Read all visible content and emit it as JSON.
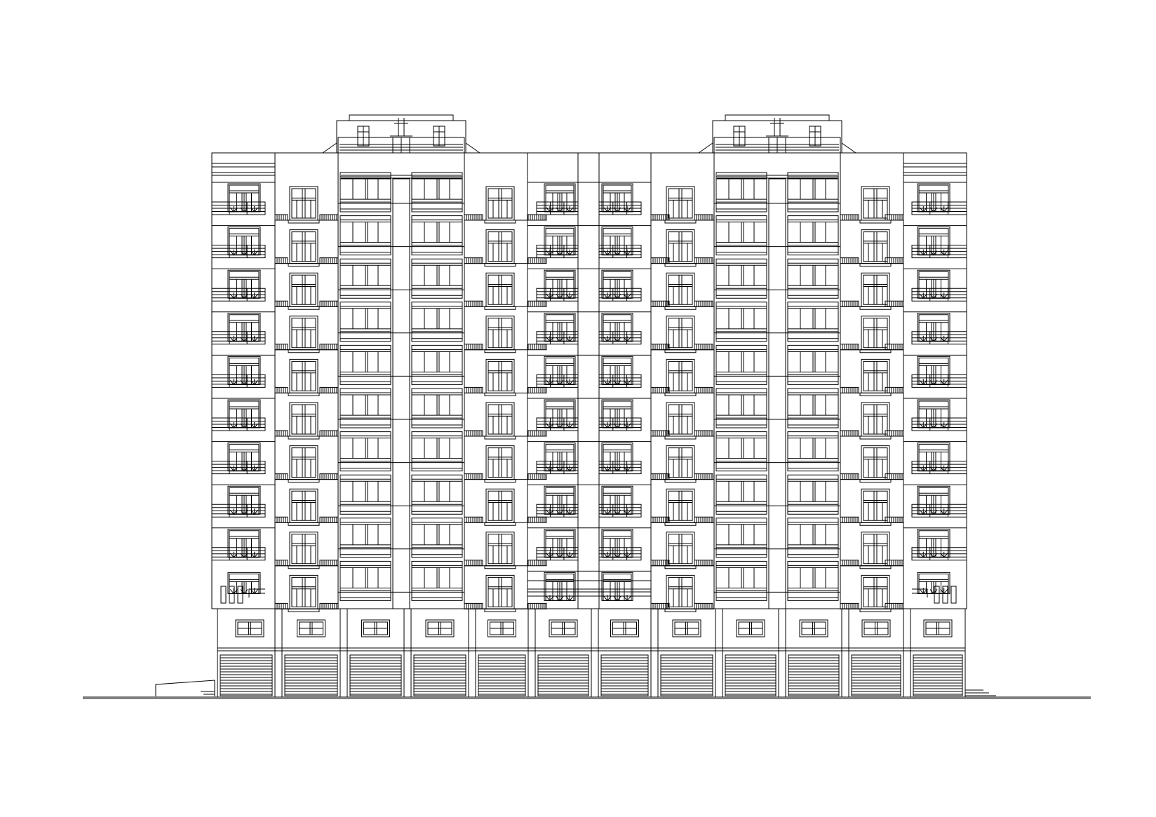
{
  "drawing": {
    "kind": "architectural-elevation",
    "background": "#ffffff",
    "line_color": "#000000",
    "residential_floors": 10,
    "podium_floors": 1,
    "rooftop_structures": 2,
    "shop_bays": 12,
    "text_labels": []
  }
}
